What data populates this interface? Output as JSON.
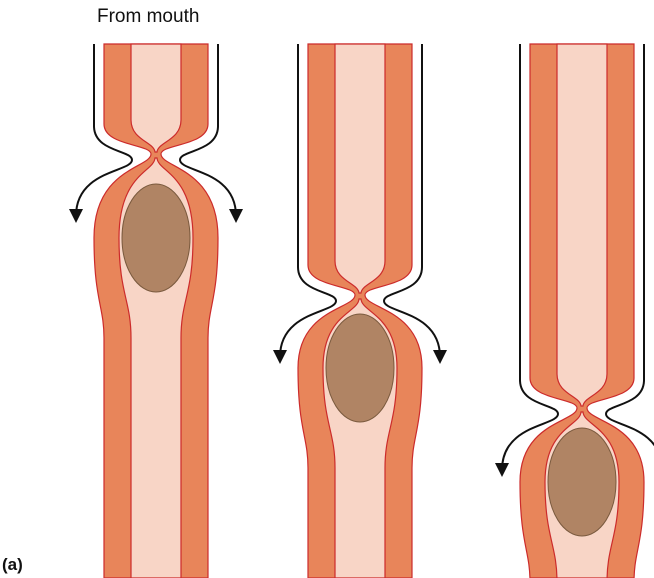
{
  "labels": {
    "direction": "From mouth",
    "panel": "(a)"
  },
  "colors": {
    "muscle_wall": "#e8855a",
    "muscle_edge": "#cc2b2b",
    "lumen": "#f8d5c6",
    "bolus": "#b08464",
    "bolus_edge": "#7a5a3e",
    "arrow": "#111111"
  },
  "stages": [
    {
      "name": "stage-1",
      "bolus": "bolus-icon"
    },
    {
      "name": "stage-2",
      "bolus": "bolus-icon"
    },
    {
      "name": "stage-3",
      "bolus": "bolus-icon"
    }
  ]
}
